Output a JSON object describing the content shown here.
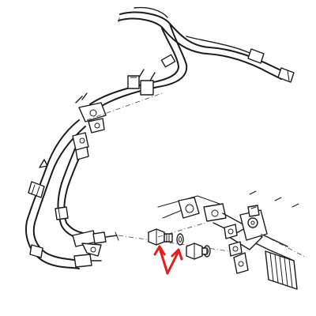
{
  "diagram": {
    "description_none": "",
    "parts": [
      {
        "name": "pressure-hose-upper"
      },
      {
        "name": "return-hose"
      },
      {
        "name": "banjo-bolt"
      },
      {
        "name": "sealing-washer"
      },
      {
        "name": "steering-rack"
      }
    ],
    "annotation": {
      "color": "#e41e1e",
      "type": "arrows"
    }
  }
}
